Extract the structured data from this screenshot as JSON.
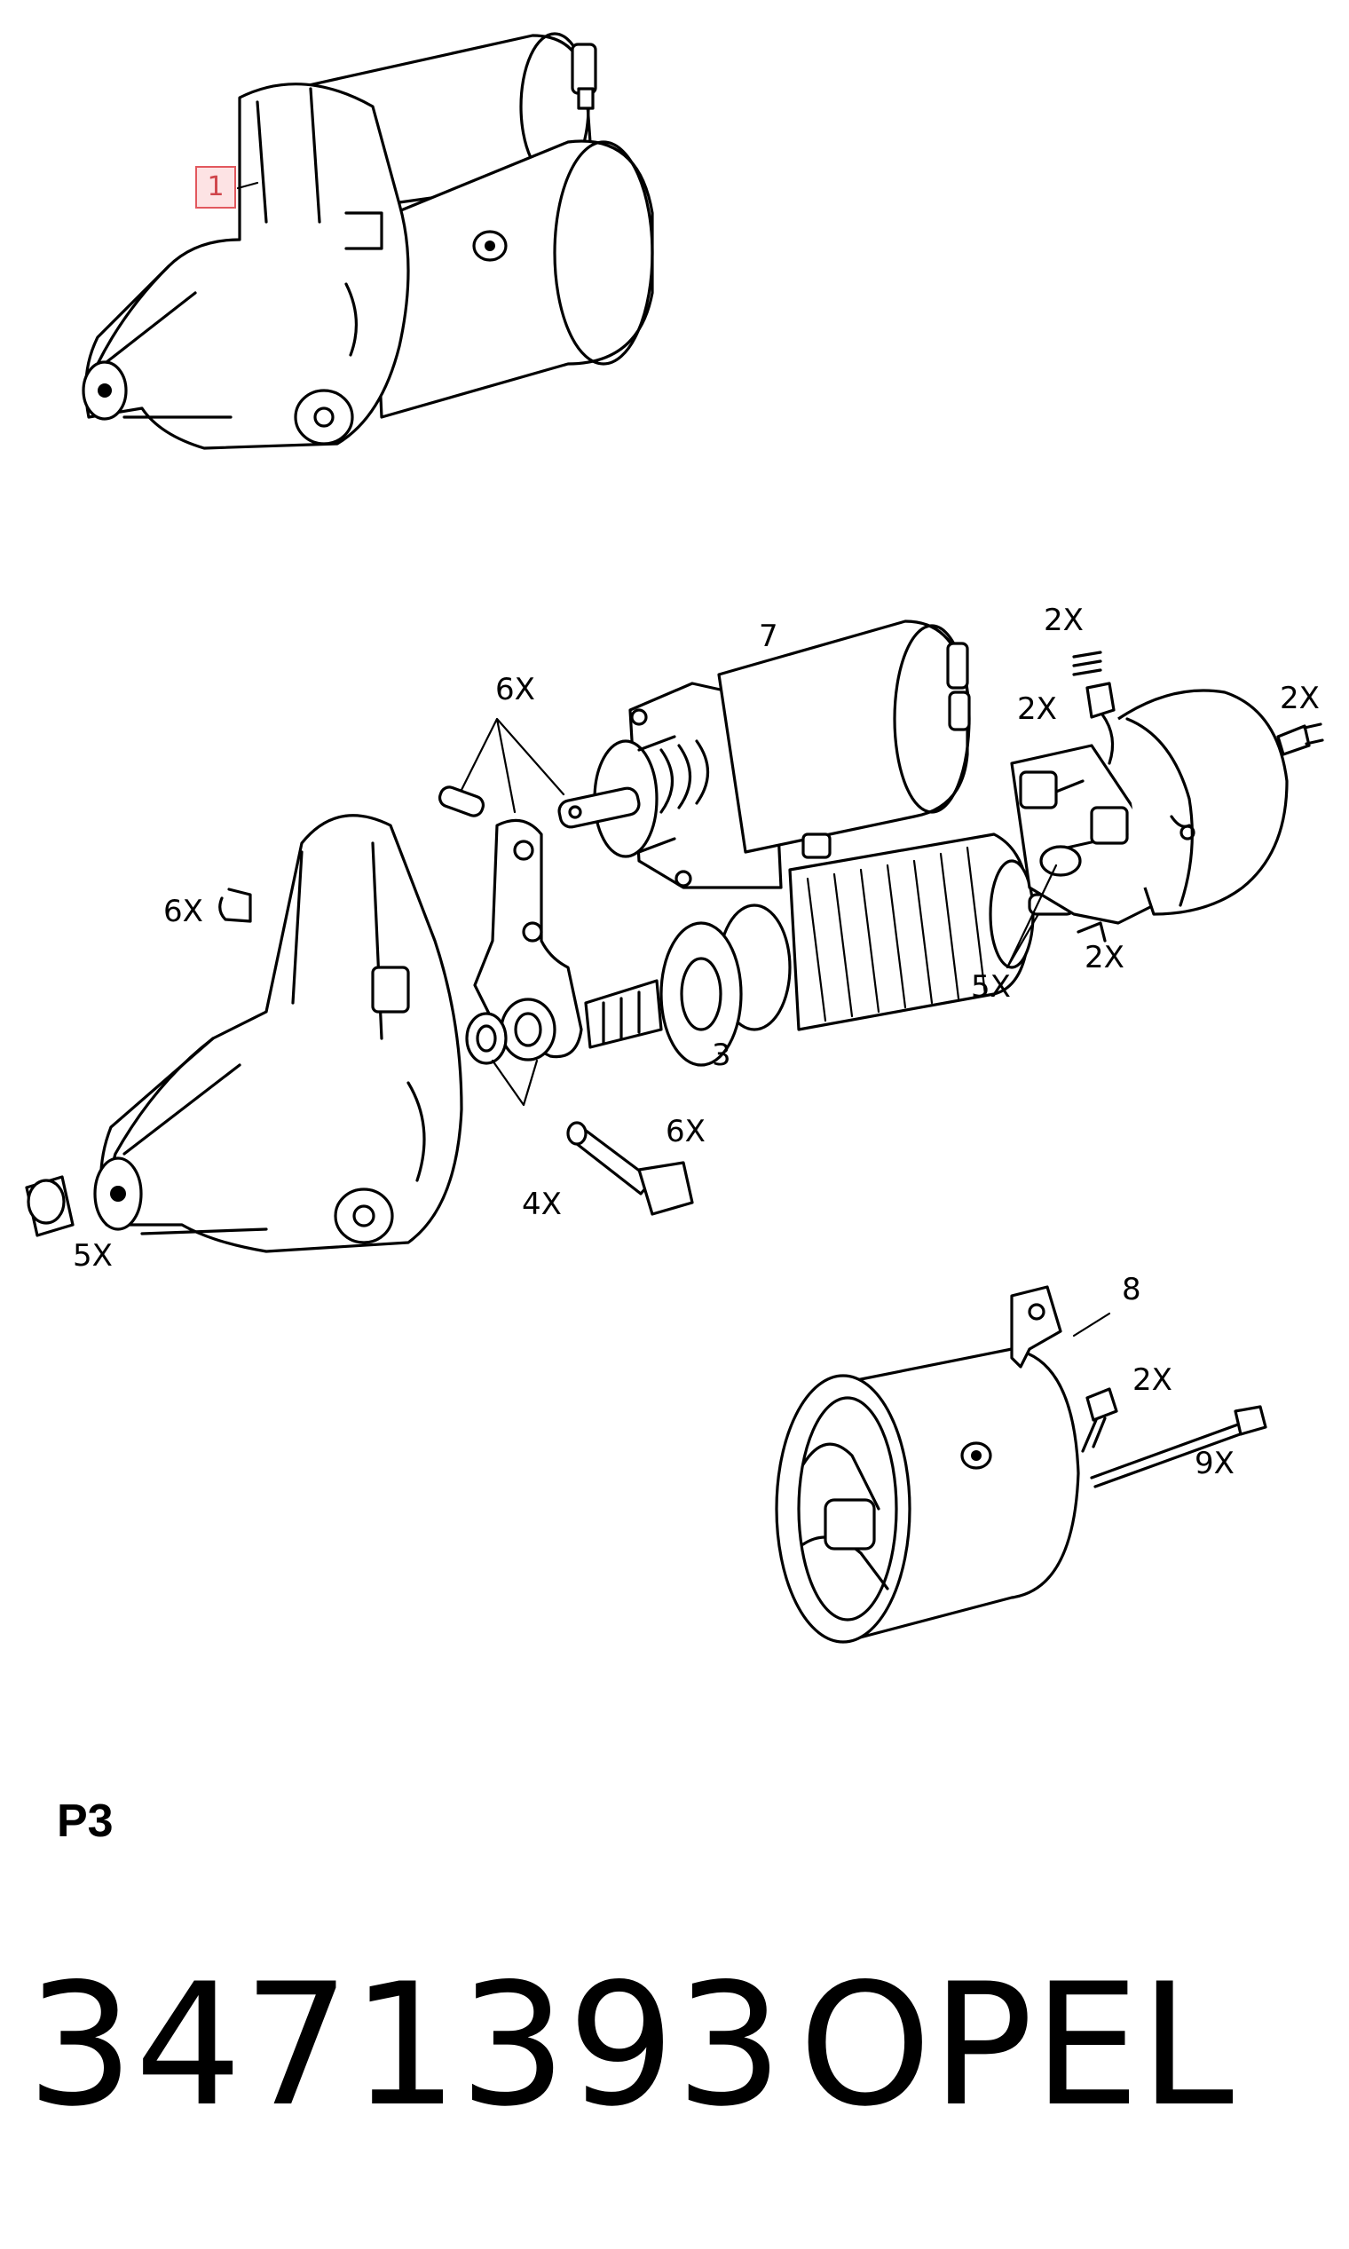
{
  "callout": {
    "number": "1"
  },
  "labels": {
    "solenoid": "7",
    "roll_pins": "6X",
    "brush_spring": "2X",
    "brush": "2X",
    "end_cap_screws": "2X",
    "clip": "6X",
    "brush_holder_screws": "2X",
    "bushings": "5X",
    "armature": "3",
    "washers": "4X",
    "bolt": "6X",
    "bushing_front": "5X",
    "bracket": "8",
    "terminal_clip": "2X",
    "through_bolt": "9X"
  },
  "footer": {
    "page_code": "P3",
    "part_number": "3471393",
    "brand": "OPEL"
  }
}
